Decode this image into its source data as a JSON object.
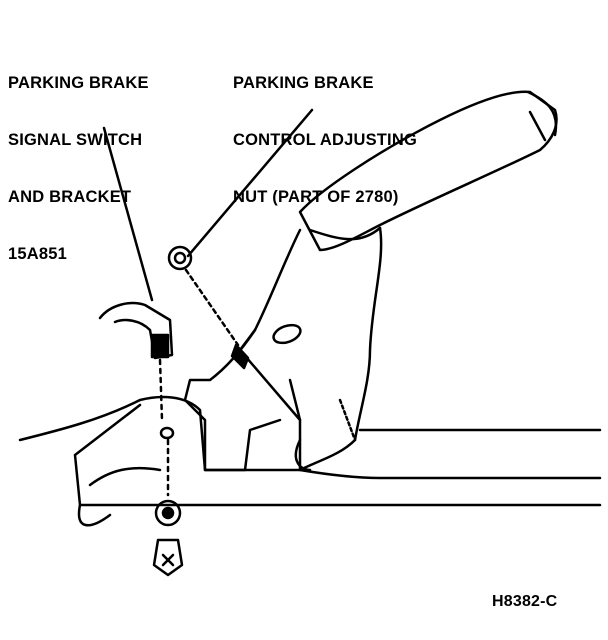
{
  "callouts": [
    {
      "lines": [
        "PARKING BRAKE",
        "SIGNAL SWITCH",
        "AND BRACKET",
        "15A851"
      ]
    },
    {
      "lines": [
        "PARKING BRAKE",
        "CONTROL ADJUSTING",
        "NUT (PART OF 2780)"
      ]
    }
  ],
  "figure_id": "H8382-C"
}
